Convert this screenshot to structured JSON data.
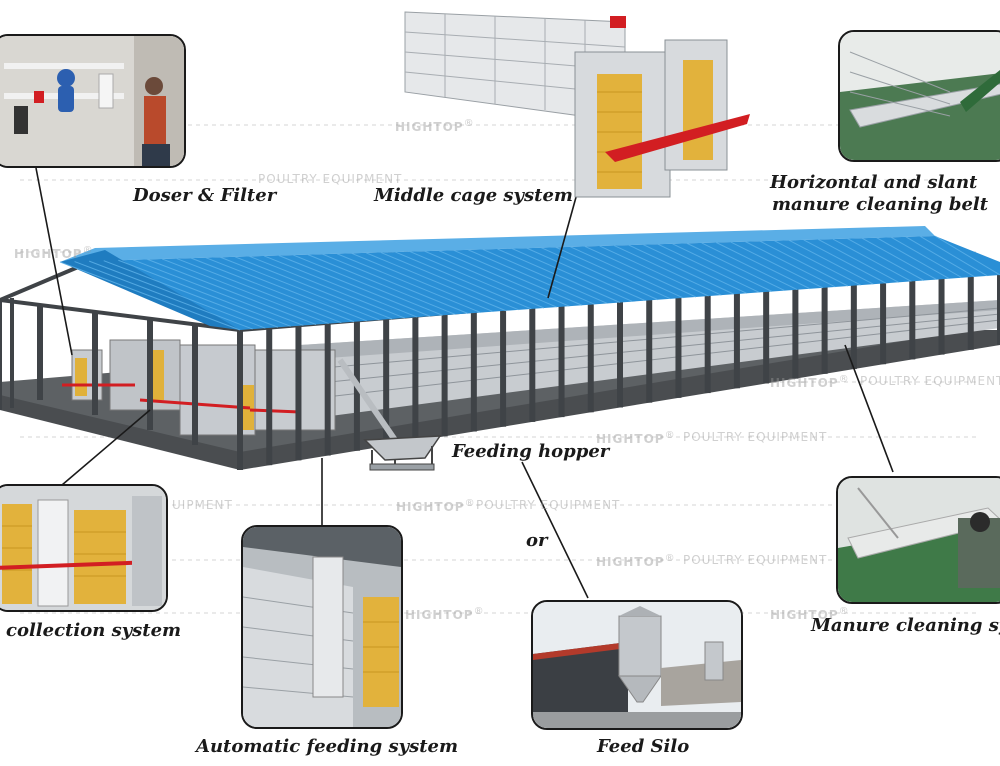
{
  "captions": {
    "doser_filter": "Doser & Filter",
    "middle_cage": "Middle cage system",
    "manure_belt_line1": "Horizontal and slant",
    "manure_belt_line2": "manure cleaning belt",
    "feeding_hopper": "Feeding hopper",
    "egg_collection": "collection system",
    "or": "or",
    "manure_cleaning": "Manure cleaning sy",
    "auto_feeding": "Automatic feeding system",
    "feed_silo": "Feed Silo"
  },
  "watermark": {
    "brand": "HIGHTOP",
    "mark": "®",
    "tagline": "POULTRY EQUIPMENT",
    "tagline_short": "UIPMENT",
    "brand_short": "HIGHTOP",
    "tagline_alt": "POULTRY EQUIPMENT"
  },
  "colors": {
    "roof_blue": "#2a8fd6",
    "frame_dark": "#3f4347",
    "floor": "#4a4d50",
    "cage_silver": "#c8ccd0",
    "cage_yellow": "#e0b13a",
    "belt_red": "#d21e22",
    "leader_line": "#1a1a1a"
  },
  "icons": {
    "doser": "doser-filter-photo",
    "cage": "middle-cage-render",
    "belt": "manure-belt-photo",
    "house": "poultry-house-render",
    "hopper": "feeding-hopper-icon",
    "silo": "feed-silo-photo"
  }
}
